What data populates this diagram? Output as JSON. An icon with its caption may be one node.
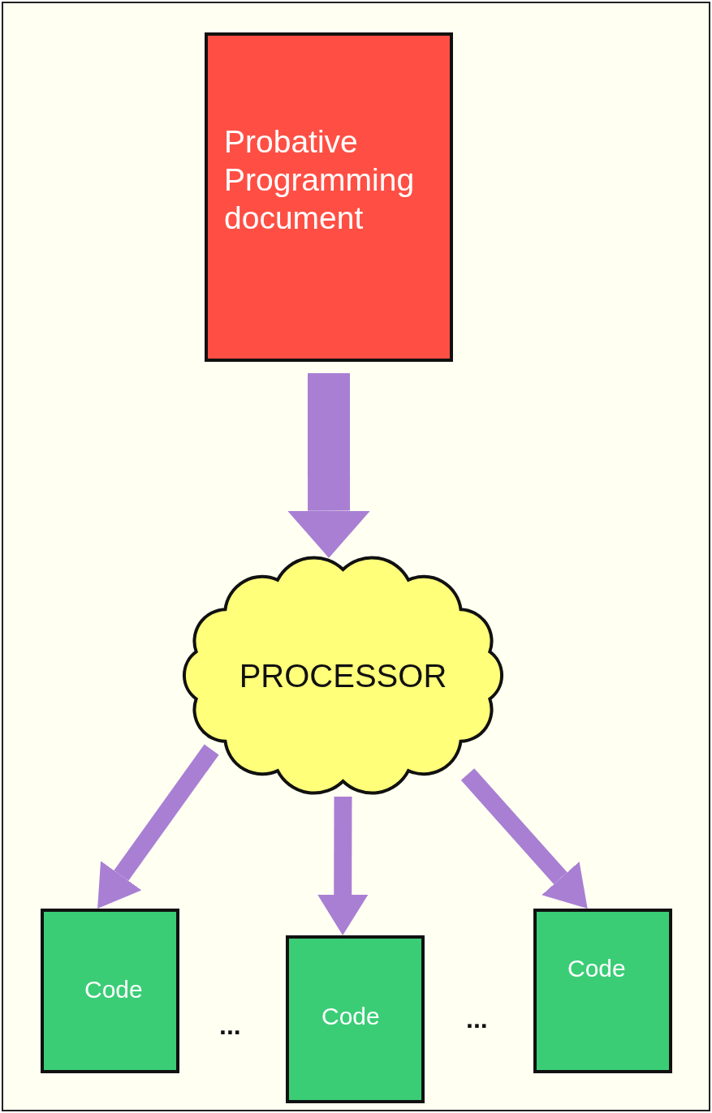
{
  "diagram": {
    "nodes": [
      {
        "text": [
          "Probative Programming document"
        ]
      },
      {
        "text": [
          "PROCESSOR"
        ]
      },
      {
        "text": [
          "Code"
        ]
      },
      {
        "text": [
          "Code"
        ]
      },
      {
        "text": [
          "Code"
        ]
      }
    ],
    "edges": [
      {
        "from": 0,
        "to": 1,
        "arrow": "to",
        "style": "thick"
      },
      {
        "from": 1,
        "to": 2,
        "arrow": "to"
      },
      {
        "from": 1,
        "to": 3,
        "arrow": "to"
      },
      {
        "from": 1,
        "to": 4,
        "arrow": "to"
      }
    ],
    "labels": [
      "...",
      "..."
    ]
  }
}
